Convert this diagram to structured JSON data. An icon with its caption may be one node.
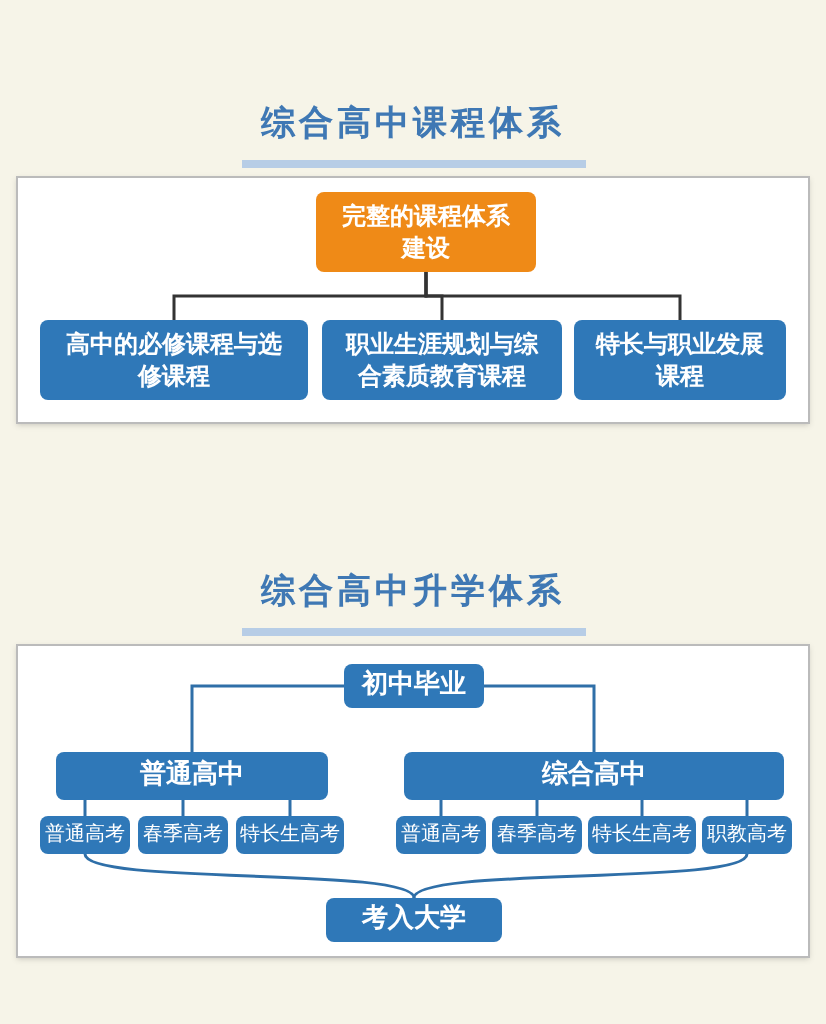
{
  "diagram": {
    "nodes": [
      {
        "text": [
          "完整的课程体系建设"
        ]
      },
      {
        "text": [
          "高中的必修课程与选修课程"
        ]
      },
      {
        "text": [
          "职业生涯规划与综合素质教育课程"
        ]
      },
      {
        "text": [
          "特长与职业发展课程"
        ]
      },
      {
        "text": [
          "初中毕业"
        ]
      },
      {
        "text": [
          "普通高中"
        ]
      },
      {
        "text": [
          "综合高中"
        ]
      },
      {
        "text": [
          "普通高考"
        ]
      },
      {
        "text": [
          "春季高考"
        ]
      },
      {
        "text": [
          "特长生高考"
        ]
      },
      {
        "text": [
          "普通高考"
        ]
      },
      {
        "text": [
          "春季高考"
        ]
      },
      {
        "text": [
          "特长生高考"
        ]
      },
      {
        "text": [
          "职教高考"
        ]
      },
      {
        "text": [
          "考入大学"
        ]
      }
    ],
    "edges": [
      {
        "from": 0,
        "to": 1,
        "arrow": "none",
        "color": "#333333"
      },
      {
        "from": 0,
        "to": 2,
        "arrow": "none",
        "color": "#333333"
      },
      {
        "from": 0,
        "to": 3,
        "arrow": "none",
        "color": "#333333"
      },
      {
        "from": 4,
        "to": 5,
        "arrow": "none"
      },
      {
        "from": 4,
        "to": 6,
        "arrow": "none"
      },
      {
        "from": 5,
        "to": 7,
        "arrow": "none"
      },
      {
        "from": 5,
        "to": 8,
        "arrow": "none"
      },
      {
        "from": 5,
        "to": 9,
        "arrow": "none"
      },
      {
        "from": 6,
        "to": 10,
        "arrow": "none"
      },
      {
        "from": 6,
        "to": 11,
        "arrow": "none"
      },
      {
        "from": 6,
        "to": 12,
        "arrow": "none"
      },
      {
        "from": 6,
        "to": 13,
        "arrow": "none"
      },
      {
        "from": 7,
        "to": 14,
        "arrow": "none"
      },
      {
        "from": 13,
        "to": 14,
        "arrow": "none"
      }
    ],
    "labels": [
      "综合高中课程体系",
      "综合高中升学体系"
    ]
  }
}
